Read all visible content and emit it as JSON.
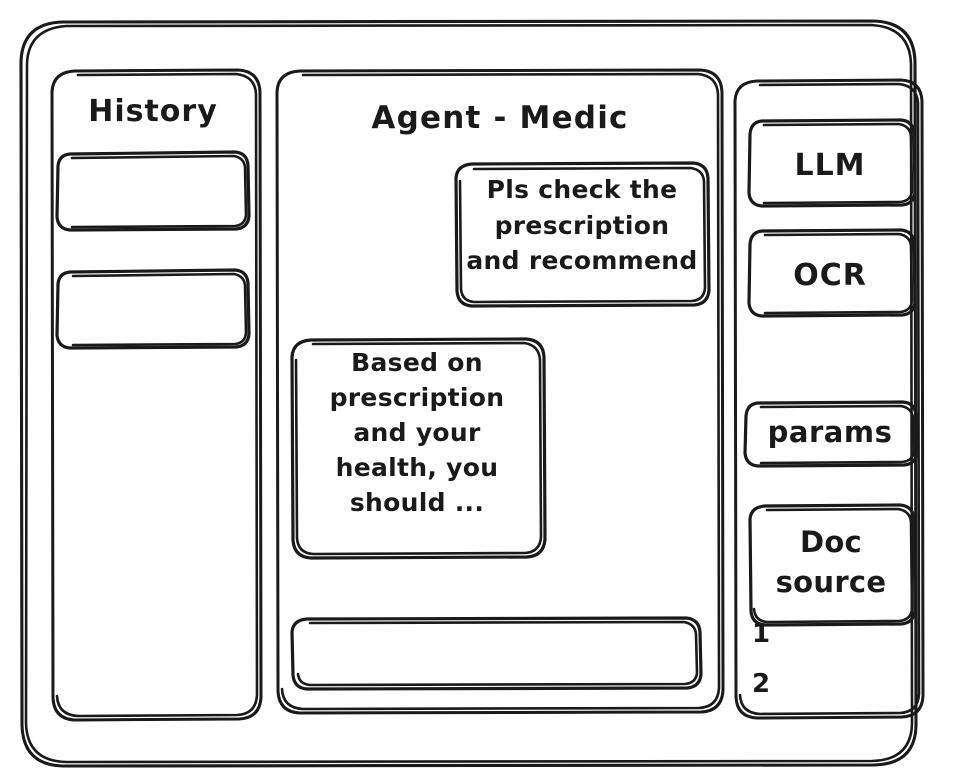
{
  "app": {
    "title": "Agent - Medic",
    "style": "hand-drawn wireframe",
    "stroke_color": "#1a1a1a",
    "background_color": "#ffffff"
  },
  "sidebar_left": {
    "title": "History",
    "items": [
      {
        "label": ""
      },
      {
        "label": ""
      }
    ]
  },
  "main": {
    "title": "Agent - Medic",
    "messages": [
      {
        "role": "user",
        "text": "Pls check the\nprescription\nand recommend",
        "align": "right"
      },
      {
        "role": "assistant",
        "text": "Based on\nprescription\nand your\nhealth, you\nshould ...",
        "align": "left"
      }
    ],
    "composer": {
      "value": "",
      "placeholder": ""
    }
  },
  "sidebar_right": {
    "tools": [
      {
        "label": "LLM"
      },
      {
        "label": "OCR"
      },
      {
        "label": "params"
      }
    ],
    "doc_source": {
      "label": "Doc\nsource",
      "items": [
        "1",
        "2"
      ]
    }
  }
}
